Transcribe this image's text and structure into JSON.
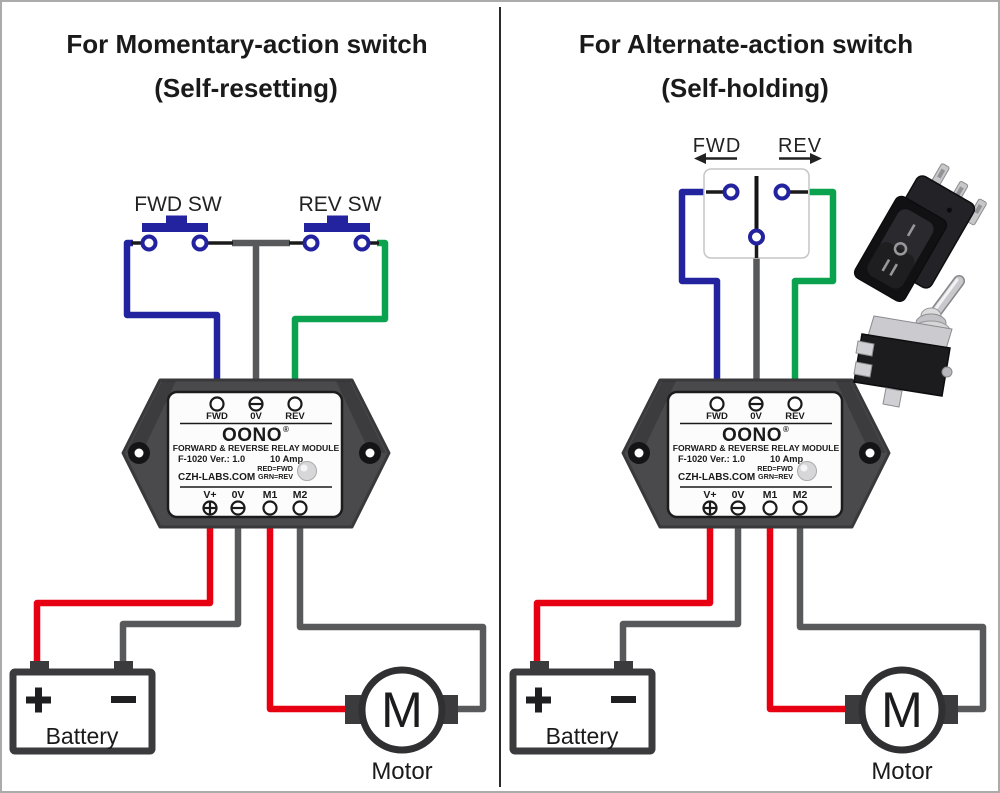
{
  "left_panel": {
    "title": "For Momentary-action switch",
    "subtitle": "(Self-resetting)",
    "fwd_switch_label": "FWD SW",
    "rev_switch_label": "REV SW"
  },
  "right_panel": {
    "title": "For Alternate-action switch",
    "subtitle": "(Self-holding)",
    "fwd_label": "FWD",
    "rev_label": "REV",
    "rocker_markings": {
      "pos1": "I",
      "pos2": "O",
      "pos3": "II"
    }
  },
  "module": {
    "top_terminals": [
      "FWD",
      "0V",
      "REV"
    ],
    "brand": "OONO",
    "registered_mark": "®",
    "product_line": "FORWARD & REVERSE RELAY MODULE",
    "model_line": "F-1020 Ver.: 1.0",
    "amp_rating": "10 Amp",
    "led_note_line1": "RED=FWD",
    "led_note_line2": "GRN=REV",
    "website": "CZH-LABS.COM",
    "bottom_terminals": [
      "V+",
      "0V",
      "M1",
      "M2"
    ]
  },
  "battery": {
    "label": "Battery",
    "plus_symbol": "+",
    "minus_symbol": "−"
  },
  "motor": {
    "label": "Motor",
    "symbol": "M"
  },
  "colors": {
    "wire_red": "#e60012",
    "wire_gray": "#58595b",
    "wire_blue": "#23239f",
    "wire_green": "#0aa14f",
    "wire_black": "#1a1a1a",
    "module_housing": "#4a4a4d"
  }
}
